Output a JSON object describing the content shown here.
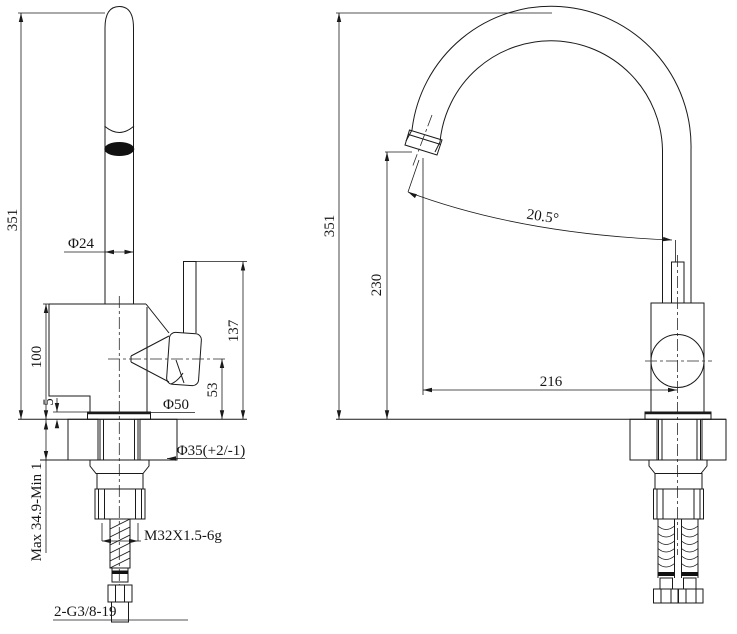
{
  "drawing": {
    "kind": "faucet installation dimension drawing",
    "views": {
      "left": {
        "dims": {
          "total_height": "351",
          "spout_diameter": "Φ24",
          "body_height": "100",
          "escutcheon_height": "5",
          "base_diameter": "Φ50",
          "handle_top_height": "137",
          "handle_center_height": "53",
          "mount_hole_diameter": "Φ35(+2/-1)",
          "counter_thickness": "Max 34.9-Min 1",
          "shank_thread": "M32X1.5-6g",
          "inlet_thread": "2-G3/8-19"
        }
      },
      "right": {
        "dims": {
          "total_height": "351",
          "outlet_height": "230",
          "spout_reach": "216",
          "outlet_angle": "20.5°"
        }
      }
    }
  }
}
